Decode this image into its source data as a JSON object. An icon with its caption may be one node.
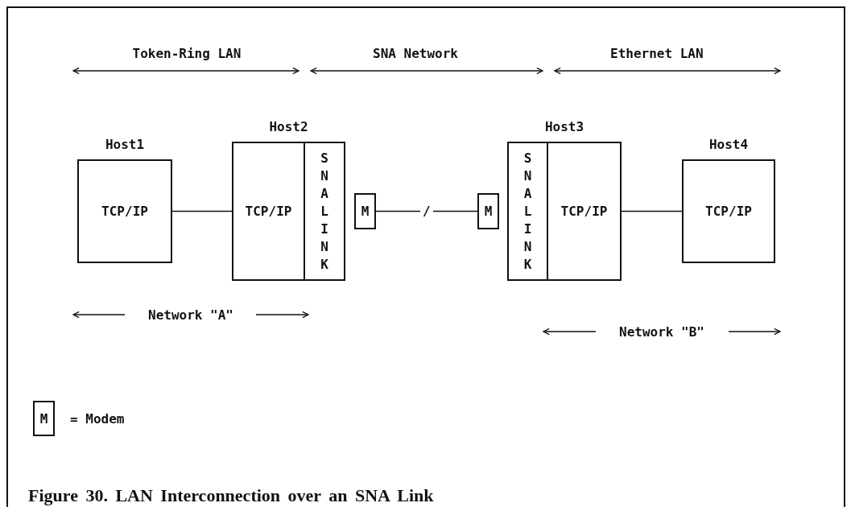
{
  "diagram": {
    "caption": "Figure 30. LAN Interconnection over an SNA Link",
    "nodes": [
      {
        "text": [
          "Host1",
          "TCP/IP"
        ]
      },
      {
        "text": [
          "Host2"
        ]
      },
      {
        "text": [
          "TCP/IP"
        ],
        "in": 1
      },
      {
        "text": [
          "S N A L I N K"
        ],
        "in": 1
      },
      {
        "text": [
          "M"
        ]
      },
      {
        "text": [
          "M"
        ]
      },
      {
        "text": [
          "Host3"
        ]
      },
      {
        "text": [
          "S N A L I N K"
        ],
        "in": 6
      },
      {
        "text": [
          "TCP/IP"
        ],
        "in": 6
      },
      {
        "text": [
          "Host4",
          "TCP/IP"
        ]
      },
      {
        "text": [
          "M"
        ]
      }
    ],
    "edges": [
      {
        "from": 0,
        "to": 2,
        "arrow": "none"
      },
      {
        "from": 4,
        "to": 5,
        "arrow": "none",
        "label": "/"
      },
      {
        "from": 8,
        "to": 9,
        "arrow": "none"
      }
    ],
    "labels": [
      "Token-Ring LAN",
      "SNA Network",
      "Ethernet LAN",
      "Network \"A\"",
      "Network \"B\"",
      "= Modem"
    ]
  }
}
